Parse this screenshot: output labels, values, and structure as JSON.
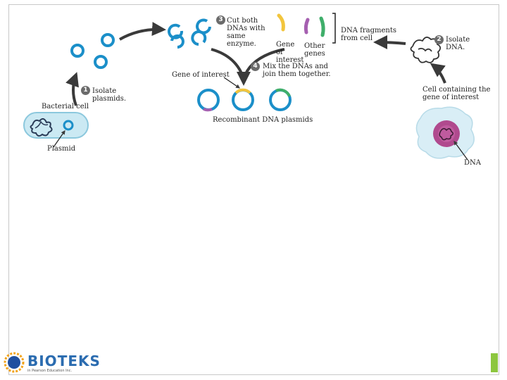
{
  "labels": {
    "step1": {
      "num": "1",
      "text": "Isolate plasmids."
    },
    "step2": {
      "num": "2",
      "text": "Isolate DNA."
    },
    "step3": {
      "num": "3",
      "text": "Cut both DNAs with same enzyme."
    },
    "step4": {
      "num": "4",
      "text": "Mix the DNAs and join them together."
    },
    "bacterial_cell": "Bacterial cell",
    "plasmid": "Plasmid",
    "gene_of_interest": "Gene of interest",
    "gene_of_interest_fragment": "Gene of interest",
    "other_genes": "Other genes",
    "dna_fragments": "DNA fragments from cell",
    "recombinant": "Recombinant DNA plasmids",
    "cell_containing": "Cell containing the gene of interest",
    "dna": "DNA"
  },
  "logo": {
    "text": "BIOTEKS",
    "subtext": "in Pearson Education Inc."
  },
  "colors": {
    "plasmid_ring": "#1b8fc9",
    "gene_of_interest": "#f2c53d",
    "other_gene_purple": "#a55fb0",
    "other_gene_green": "#3fae6a",
    "bacterium_fill": "#cbe9f3",
    "cell_fill": "#d9eef6",
    "nucleus_fill": "#b04a8e",
    "arrow": "#3a3a3a",
    "accent_bar": "#8dc63f"
  }
}
